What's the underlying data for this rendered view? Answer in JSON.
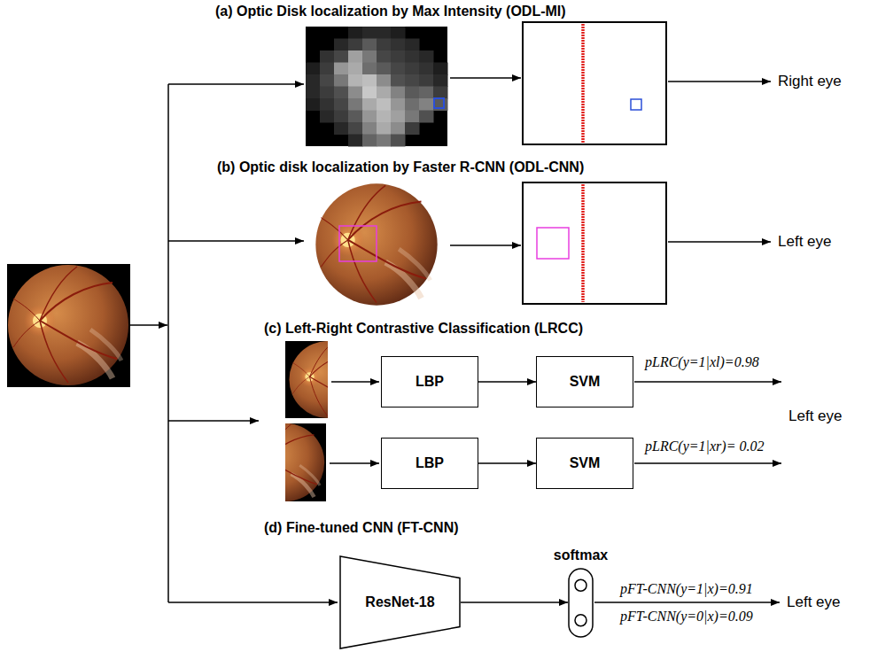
{
  "diagram": {
    "nodes": [
      {
        "text": [
          "LBP"
        ]
      },
      {
        "text": [
          "SVM"
        ]
      },
      {
        "text": [
          "LBP"
        ]
      },
      {
        "text": [
          "SVM"
        ]
      },
      {
        "text": [
          "ResNet-18"
        ]
      },
      {
        "text": [
          "softmax"
        ]
      }
    ],
    "edges": [
      {
        "from": 0,
        "to": 1,
        "arrow": "to"
      },
      {
        "from": 2,
        "to": 3,
        "arrow": "to"
      },
      {
        "from": 4,
        "to": 5,
        "arrow": "to"
      }
    ],
    "labels": [
      "(a) Optic Disk localization by Max Intensity (ODL-MI)",
      "Right eye",
      "(b) Optic disk localization by Faster R-CNN (ODL-CNN)",
      "Left eye",
      "(c) Left-Right Contrastive Classification (LRCC)",
      "pLRC(y=1|xl)=0.98",
      "pLRC(y=1|xr)= 0.02",
      "Left eye",
      "(d) Fine-tuned CNN (FT-CNN)",
      "pFT-CNN(y=1|x)=0.91",
      "pFT-CNN(y=0|x)=0.09",
      "Left eye"
    ]
  }
}
